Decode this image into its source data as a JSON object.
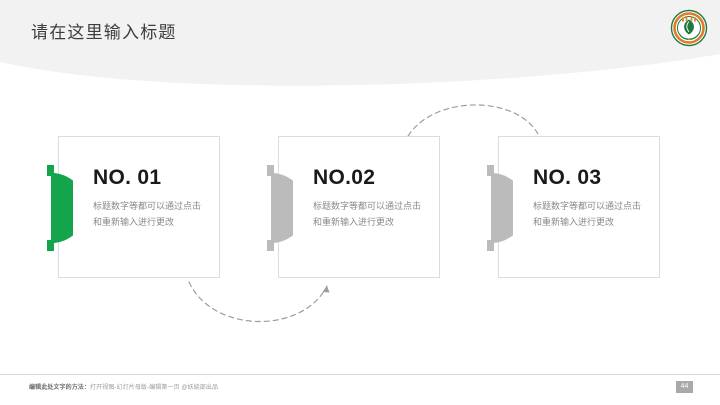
{
  "header": {
    "title": "请在这里输入标题",
    "logo_name": "school-emblem-logo",
    "band_color": "#f2f2f2"
  },
  "cards": [
    {
      "title": "NO. 01",
      "body": "标题数字等都可以通过点击和重新输入进行更改",
      "accent_color": "#14a44c",
      "accent_name": "half-disc-accent-green"
    },
    {
      "title": "NO.02",
      "body": "标题数字等都可以通过点击和重新输入进行更改",
      "accent_color": "#bbbbbb",
      "accent_name": "half-disc-accent-gray"
    },
    {
      "title": "NO. 03",
      "body": "标题数字等都可以通过点击和重新输入进行更改",
      "accent_color": "#bbbbbb",
      "accent_name": "half-disc-accent-gray"
    }
  ],
  "connectors": [
    {
      "name": "dashed-arrow-down",
      "from": "NO. 01",
      "to": "NO.02"
    },
    {
      "name": "dashed-arrow-up",
      "from": "NO.02",
      "to": "NO. 03"
    }
  ],
  "footer": {
    "label": "编辑此处文字的方法：",
    "instructions": "打开视图-幻灯片母版-编辑第一页 @妖娆部出品",
    "page_number": "44"
  }
}
